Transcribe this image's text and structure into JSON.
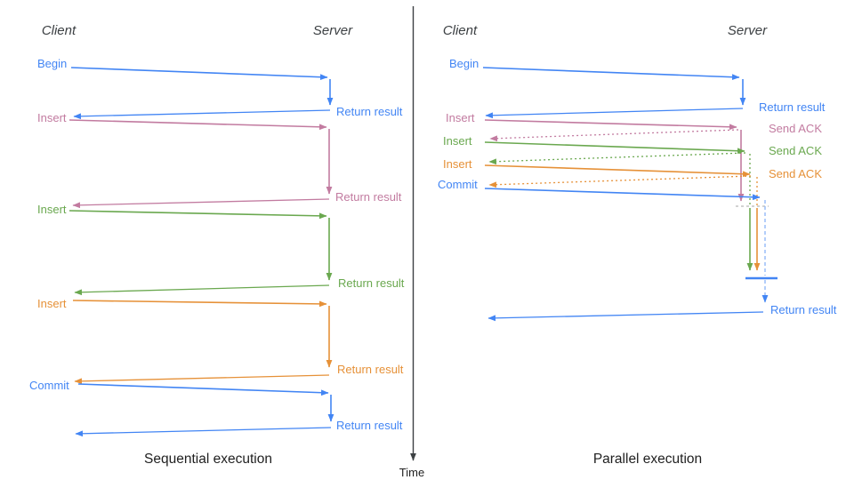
{
  "diagram": {
    "time_label": "Time",
    "colors": {
      "blue": "#4285f4",
      "pink": "#c27ba0",
      "green": "#6aa84f",
      "orange": "#e69138",
      "axis": "#3c4043"
    },
    "sequential": {
      "title": "Sequential execution",
      "client": "Client",
      "server": "Server",
      "rows": [
        {
          "label": "Begin",
          "color": "blue",
          "response": "Return result"
        },
        {
          "label": "Insert",
          "color": "pink",
          "response": "Return result"
        },
        {
          "label": "Insert",
          "color": "green",
          "response": "Return result"
        },
        {
          "label": "Insert",
          "color": "orange",
          "response": "Return result"
        },
        {
          "label": "Commit",
          "color": "blue",
          "response": "Return result"
        }
      ]
    },
    "parallel": {
      "title": "Parallel execution",
      "client": "Client",
      "server": "Server",
      "rows": [
        {
          "label": "Begin",
          "color": "blue",
          "response": "Return result"
        },
        {
          "label": "Insert",
          "color": "pink",
          "response": "Send ACK"
        },
        {
          "label": "Insert",
          "color": "green",
          "response": "Send ACK"
        },
        {
          "label": "Insert",
          "color": "orange",
          "response": "Send ACK"
        },
        {
          "label": "Commit",
          "color": "blue",
          "response": "Return result"
        }
      ]
    }
  }
}
